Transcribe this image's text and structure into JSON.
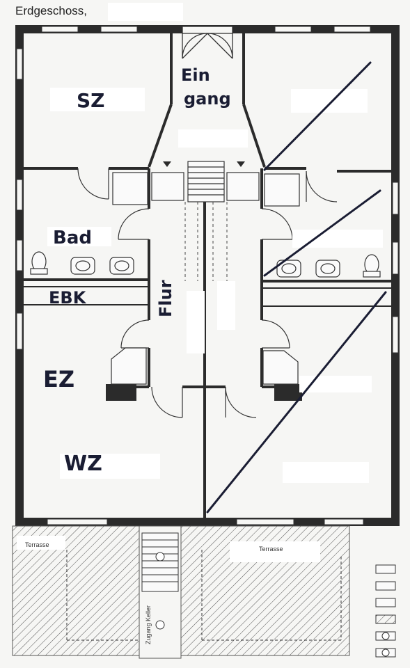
{
  "header": {
    "title": "Erdgeschoss,"
  },
  "rooms": {
    "sz": "SZ",
    "eingang_line1": "Ein",
    "eingang_line2": "gang",
    "bad": "Bad",
    "ebk": "EBK",
    "flur": "Flur",
    "ez": "EZ",
    "wz": "WZ"
  },
  "outside": {
    "terrasse_left": "Terrasse",
    "terrasse_right": "Terrasse",
    "keller": "Zugang Keller"
  },
  "colors": {
    "wall": "#2b2b2b",
    "ink": "#1a1d33",
    "paper": "#f6f6f4"
  }
}
